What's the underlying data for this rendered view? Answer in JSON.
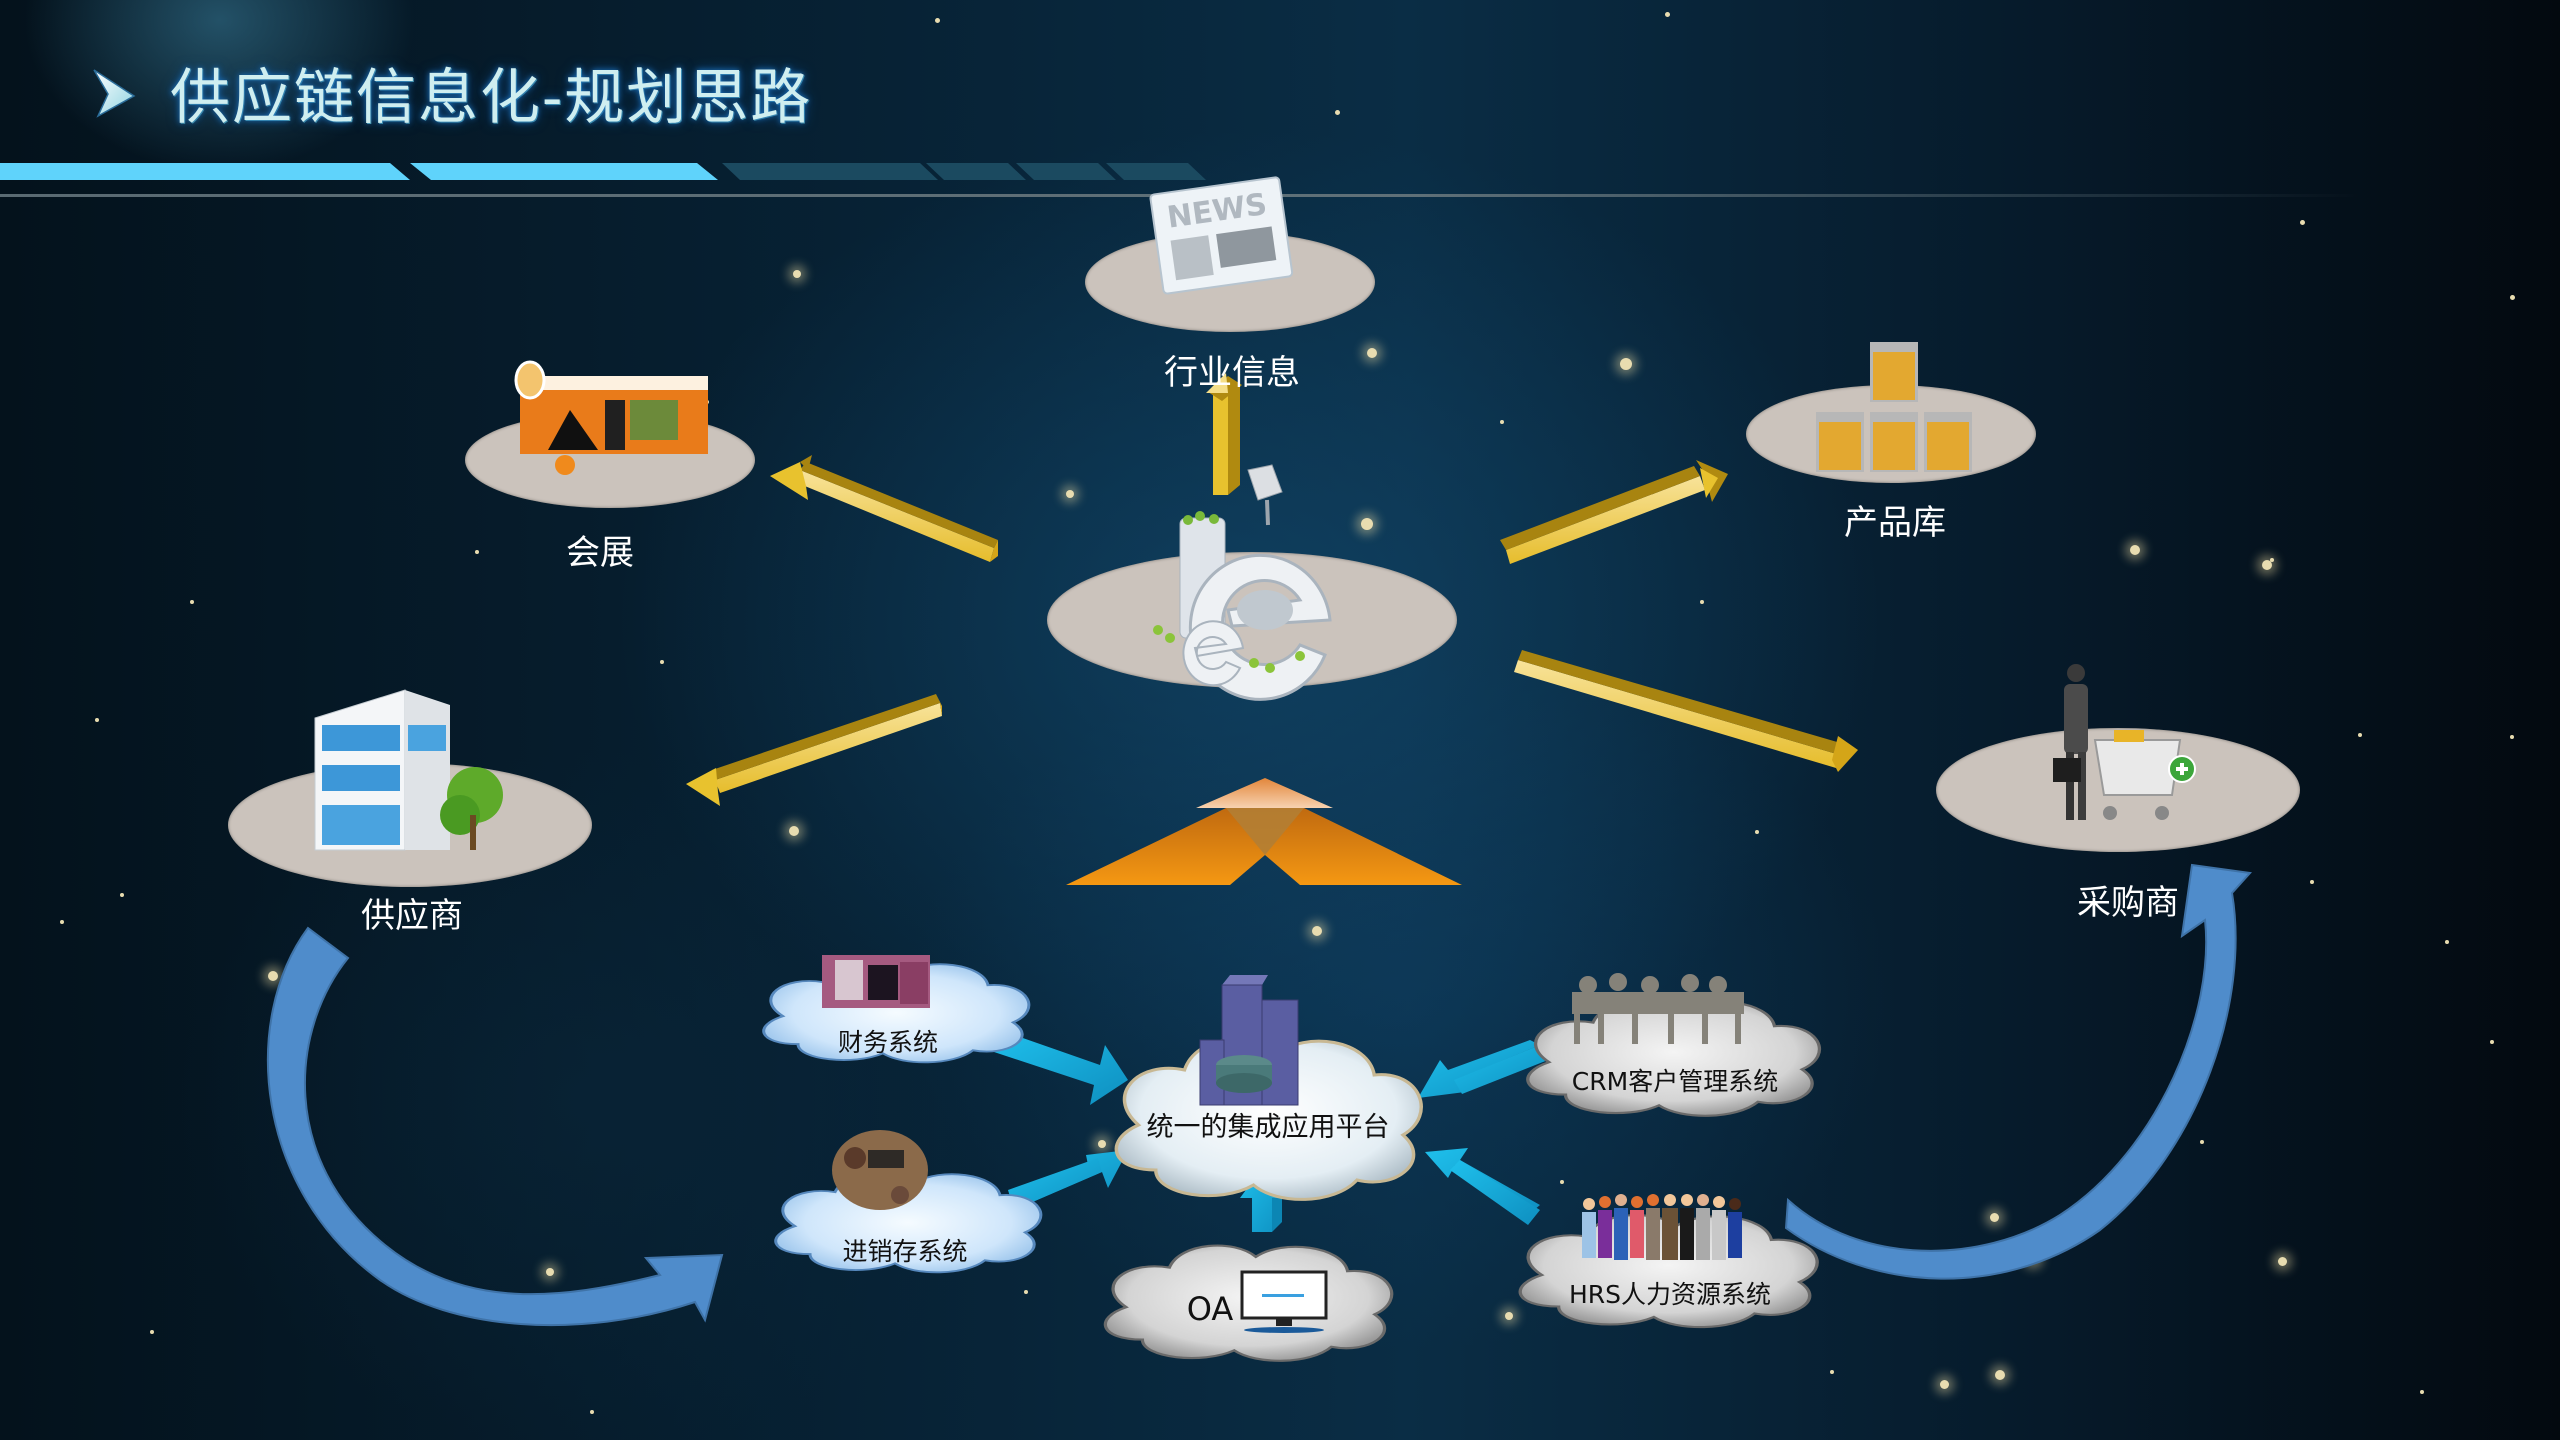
{
  "slide": {
    "title": "供应链信息化-规划思路",
    "title_bullet_icon": "triangle-arrow-icon",
    "header_bar_segments": [
      {
        "state": "active"
      },
      {
        "state": "active"
      },
      {
        "state": "inactive"
      },
      {
        "state": "inactive"
      },
      {
        "state": "inactive"
      },
      {
        "state": "inactive"
      }
    ]
  },
  "colors": {
    "header_bar_active": "#5fd3fb",
    "header_bar_inactive": "#1b4a60",
    "gold_arrow": "#e8c33a",
    "orange_chevron": "#f39a10",
    "cyan_arrow": "#17b1de",
    "curved_arrow": "#4f8ccb",
    "platform": "#cbc3bc"
  },
  "center": {
    "label": "",
    "icon": "e-commerce-globe-icon"
  },
  "nodes": {
    "industry_info": {
      "label": "行业信息",
      "icon": "newspaper-icon",
      "icon_text": "NEWS"
    },
    "exhibition": {
      "label": "会展",
      "icon": "exhibition-booth-icon"
    },
    "product_library": {
      "label": "产品库",
      "icon": "product-boxes-icon"
    },
    "supplier": {
      "label": "供应商",
      "icon": "office-building-icon"
    },
    "buyer": {
      "label": "采购商",
      "icon": "shopper-cart-icon"
    }
  },
  "platform": {
    "label": "统一的集成应用平台",
    "icon": "data-center-icon"
  },
  "systems": [
    {
      "id": "finance",
      "label": "财务系统",
      "icon": "atm-icon"
    },
    {
      "id": "inventory",
      "label": "进销存系统",
      "icon": "team-meeting-icon"
    },
    {
      "id": "crm",
      "label": "CRM客户管理系统",
      "icon": "meeting-silhouette-icon"
    },
    {
      "id": "hrs",
      "label": "HRS人力资源系统",
      "icon": "people-group-icon"
    },
    {
      "id": "oa",
      "label": "OA",
      "icon": "monitor-icon"
    }
  ]
}
